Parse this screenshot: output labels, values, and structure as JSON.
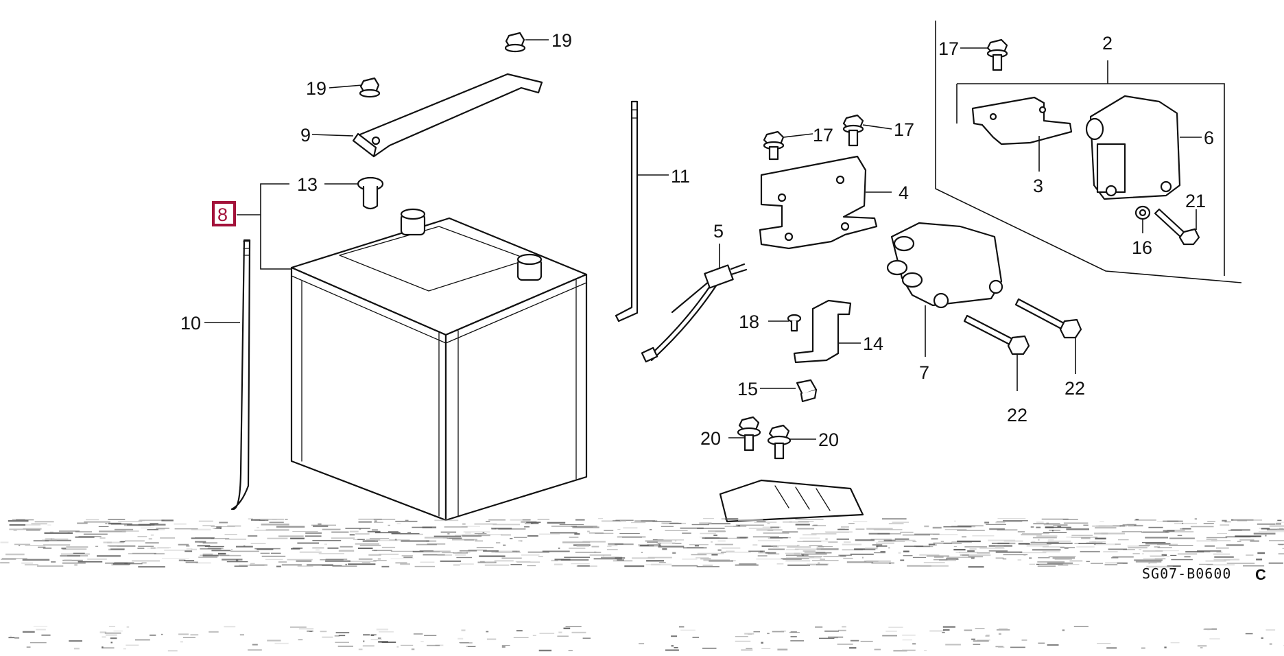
{
  "diagram": {
    "callouts": {
      "c2": "2",
      "c3": "3",
      "c4": "4",
      "c5": "5",
      "c6": "6",
      "c7": "7",
      "c8": "8",
      "c9": "9",
      "c10": "10",
      "c11": "11",
      "c13": "13",
      "c14": "14",
      "c15": "15",
      "c16": "16",
      "c17a": "17",
      "c17b": "17",
      "c17c": "17",
      "c18": "18",
      "c19a": "19",
      "c19b": "19",
      "c20a": "20",
      "c20b": "20",
      "c21": "21",
      "c22a": "22",
      "c22b": "22"
    },
    "highlighted_part": "8",
    "highlight_color": "#a3123a",
    "line_color": "#111111",
    "diagram_code": "SG07-B0600",
    "diagram_code_suffix": "C"
  }
}
